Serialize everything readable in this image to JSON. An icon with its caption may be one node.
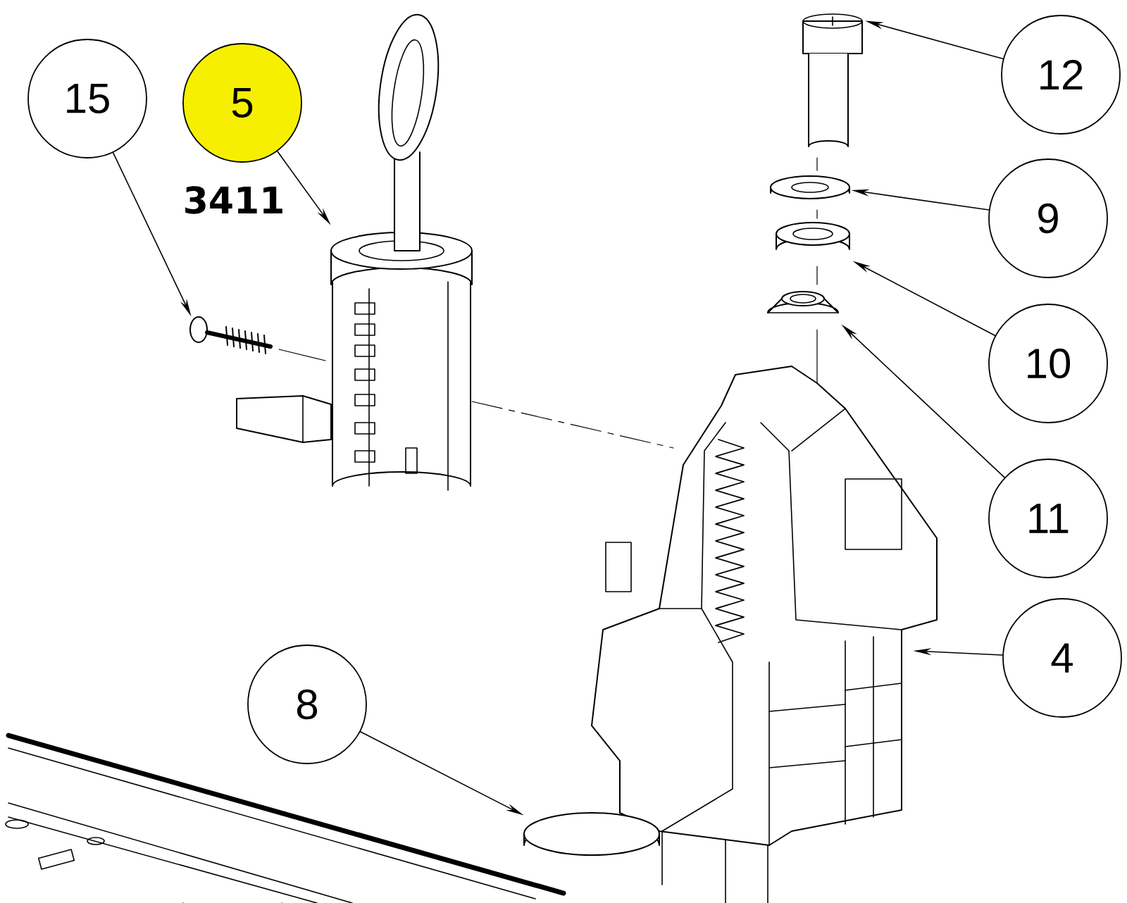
{
  "diagram": {
    "nodes": [
      {
        "text": [
          "15"
        ]
      },
      {
        "text": [
          "5"
        ]
      },
      {
        "text": [
          "12"
        ]
      },
      {
        "text": [
          "9"
        ]
      },
      {
        "text": [
          "10"
        ]
      },
      {
        "text": [
          "11"
        ]
      },
      {
        "text": [
          "4"
        ]
      },
      {
        "text": [
          "8"
        ]
      },
      {
        "text": [],
        "shape": "picture"
      },
      {
        "text": [],
        "shape": "picture"
      },
      {
        "text": [],
        "shape": "picture"
      },
      {
        "text": [],
        "shape": "picture"
      },
      {
        "text": [],
        "shape": "picture"
      },
      {
        "text": [],
        "shape": "picture"
      },
      {
        "text": [],
        "shape": "picture"
      },
      {
        "text": [],
        "shape": "picture"
      }
    ],
    "edges": [
      {
        "from": 0,
        "to": 8,
        "arrow": "to"
      },
      {
        "from": 1,
        "to": 9,
        "arrow": "to"
      },
      {
        "from": 2,
        "to": 10,
        "arrow": "to"
      },
      {
        "from": 3,
        "to": 11,
        "arrow": "to"
      },
      {
        "from": 4,
        "to": 12,
        "arrow": "to"
      },
      {
        "from": 5,
        "to": 13,
        "arrow": "to"
      },
      {
        "from": 6,
        "to": 14,
        "arrow": "to"
      },
      {
        "from": 7,
        "to": 15,
        "arrow": "to"
      }
    ],
    "labels": [
      "3411"
    ]
  }
}
